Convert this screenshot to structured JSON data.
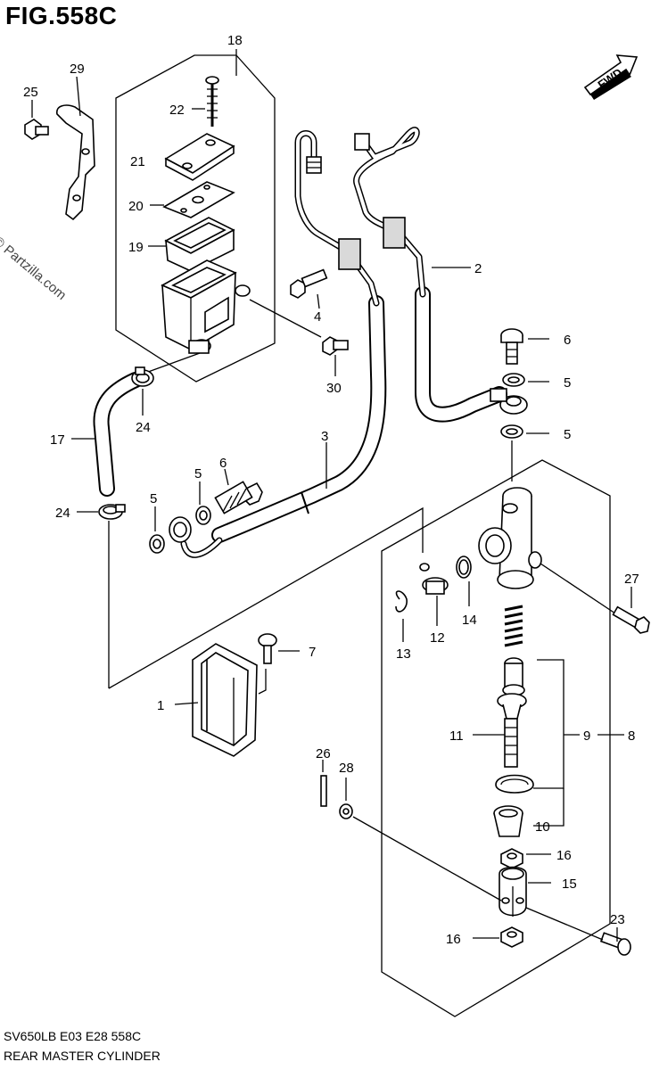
{
  "figure": {
    "title": "FIG.558C",
    "watermark": "© Partzilla.com",
    "model_code": "SV650LB  E03  E28  558C",
    "section_name": "REAR MASTER CYLINDER",
    "direction_label": "FWD"
  },
  "callouts": {
    "c1": "1",
    "c2": "2",
    "c3": "3",
    "c4": "4",
    "c5a": "5",
    "c5b": "5",
    "c5c": "5",
    "c5d": "5",
    "c6a": "6",
    "c6b": "6",
    "c7": "7",
    "c8": "8",
    "c9": "9",
    "c10": "10",
    "c11": "11",
    "c12": "12",
    "c13": "13",
    "c14": "14",
    "c15": "15",
    "c16a": "16",
    "c16b": "16",
    "c17": "17",
    "c18": "18",
    "c19": "19",
    "c20": "20",
    "c21": "21",
    "c22": "22",
    "c23": "23",
    "c24a": "24",
    "c24b": "24",
    "c25": "25",
    "c26": "26",
    "c27": "27",
    "c28": "28",
    "c29": "29",
    "c30": "30"
  }
}
